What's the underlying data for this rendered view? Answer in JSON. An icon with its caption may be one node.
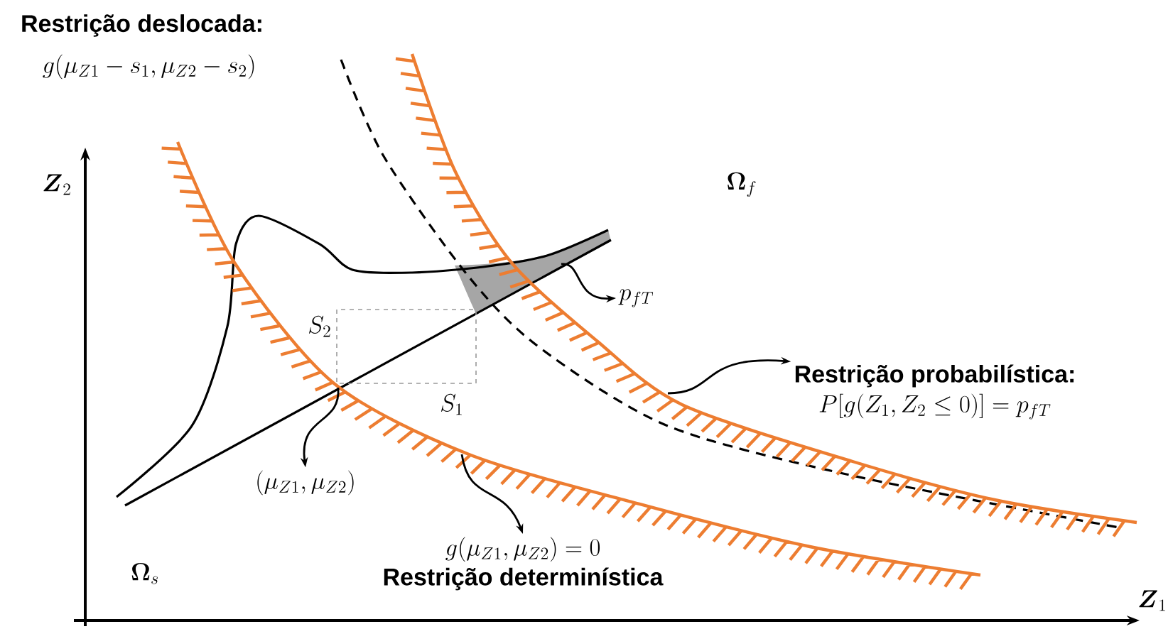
{
  "diagram": {
    "nodes": [
      {
        "text": [
          "p_{fT}"
        ]
      },
      {
        "text": [
          "Restrição probabilística:",
          "P[g(Z_1,Z_2\\leq 0)]=p_{fT}"
        ]
      },
      {
        "text": [
          "(\\mu_{Z1},\\mu_{Z2})"
        ]
      },
      {
        "text": [
          "g(\\mu_{Z1},\\mu_{Z2})=0",
          "Restrição determinística"
        ]
      }
    ],
    "edges": [
      {
        "from": null,
        "to": 0,
        "arrow": "to"
      },
      {
        "from": null,
        "to": 1,
        "arrow": "to"
      },
      {
        "from": null,
        "to": 2,
        "arrow": "to"
      },
      {
        "from": null,
        "to": 3,
        "arrow": "to"
      }
    ],
    "labels": [
      "Restrição deslocada:",
      "g(\\mu_{Z1}-s_1,\\mu_{Z2}-s_2)",
      "\\boldsymbol{Z}_2",
      "\\boldsymbol{\\Omega}_f",
      "S_2",
      "S_1",
      "\\boldsymbol{\\Omega}_s",
      "\\boldsymbol{Z}_1"
    ]
  }
}
